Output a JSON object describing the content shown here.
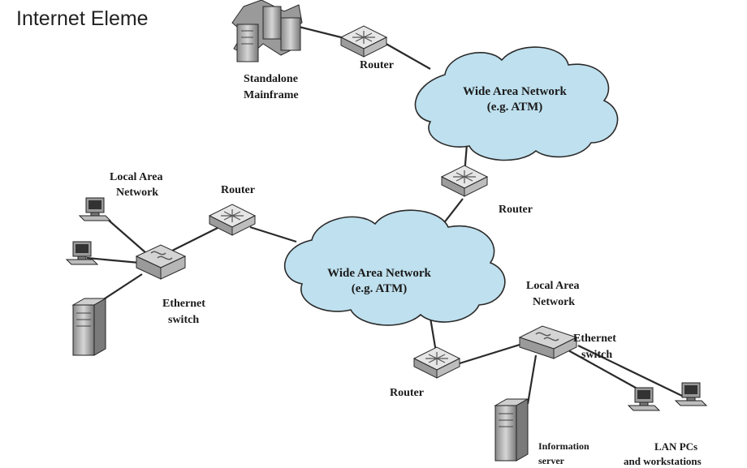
{
  "title": "Internet Eleme",
  "labels": {
    "mainframe_line1": "Standalone",
    "mainframe_line2": "Mainframe",
    "router_top": "Router",
    "wan_top_line1": "Wide Area Network",
    "wan_top_line2": "(e.g. ATM)",
    "router_mid_right": "Router",
    "lan_left_line1": "Local Area",
    "lan_left_line2": "Network",
    "router_left": "Router",
    "switch_left_line1": "Ethernet",
    "switch_left_line2": "switch",
    "wan_center_line1": "Wide Area Network",
    "wan_center_line2": "(e.g. ATM)",
    "lan_right_line1": "Local Area",
    "lan_right_line2": "Network",
    "switch_right_line1": "Ethernet",
    "switch_right_line2": "switch",
    "router_bottom": "Router",
    "server_line1": "Information",
    "server_line2": "server",
    "pcs_line1": "LAN PCs",
    "pcs_line2": "and workstations"
  },
  "colors": {
    "cloud_fill": "#bfe0ee",
    "device_fill": "#c9c9c9",
    "line": "#2a2a2a"
  }
}
